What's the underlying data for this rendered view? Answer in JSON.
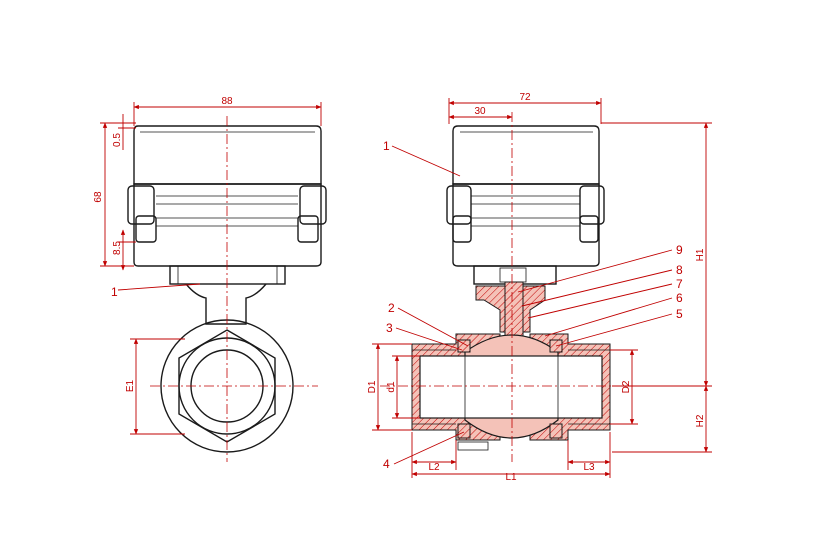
{
  "diagram": {
    "front_view": {
      "dimensions": {
        "width_top": "88",
        "gap_top": "0.5",
        "height_actuator": "68",
        "height_bottom": "8.5",
        "e1": "E1",
        "bracket_label": "1"
      }
    },
    "section_view": {
      "dimensions": {
        "width_top": "72",
        "offset_left": "30",
        "h1": "H1",
        "h2": "H2",
        "d1_upper": "D1",
        "d1_lower": "d1",
        "d2": "D2",
        "l1": "L1",
        "l2": "L2",
        "l3": "L3"
      },
      "callouts": [
        "1",
        "2",
        "3",
        "4",
        "5",
        "6",
        "7",
        "8",
        "9"
      ]
    },
    "colors": {
      "dimension": "#c00000",
      "outline": "#1a1a1a",
      "section_fill": "#f4c2b8"
    }
  }
}
